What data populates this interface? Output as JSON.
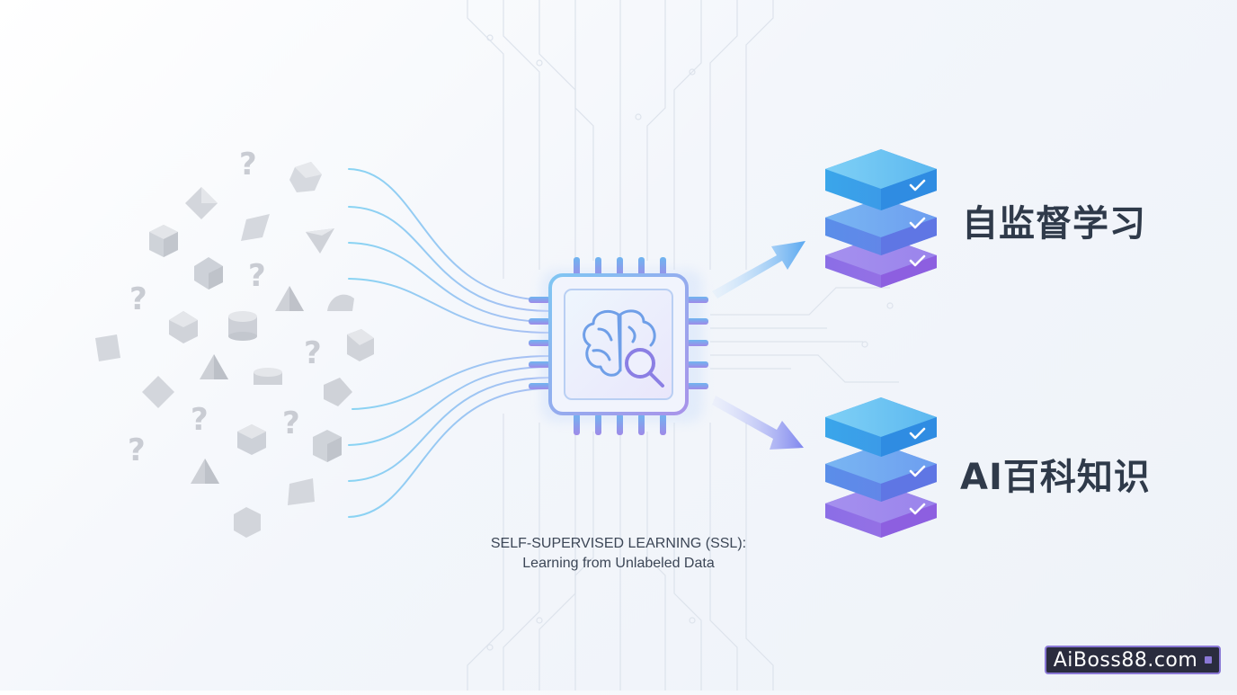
{
  "diagram": {
    "output_1_label": "自监督学习",
    "output_2_label": "AI百科知识",
    "caption_line_1": "SELF-SUPERVISED LEARNING (SSL):",
    "caption_line_2": "Learning from Unlabeled Data",
    "question_mark": "?"
  },
  "watermark": {
    "text": "AiBoss88.com"
  },
  "colors": {
    "flow_line": "#8fd3f0",
    "chip_blue": "#6aa9ef",
    "chip_violet": "#a58fe8",
    "stack_top": "#4cb6ee",
    "stack_bottom": "#9a7ae6",
    "shape_gray": "#d3d6dc",
    "label_text": "#2f3a4a"
  },
  "icons": [
    "cube-icon",
    "hexagon-icon",
    "pyramid-icon",
    "diamond-icon",
    "question-mark-icon",
    "chip-icon",
    "brain-icon",
    "magnifier-icon",
    "check-icon",
    "arrow-icon",
    "database-stack-icon"
  ]
}
